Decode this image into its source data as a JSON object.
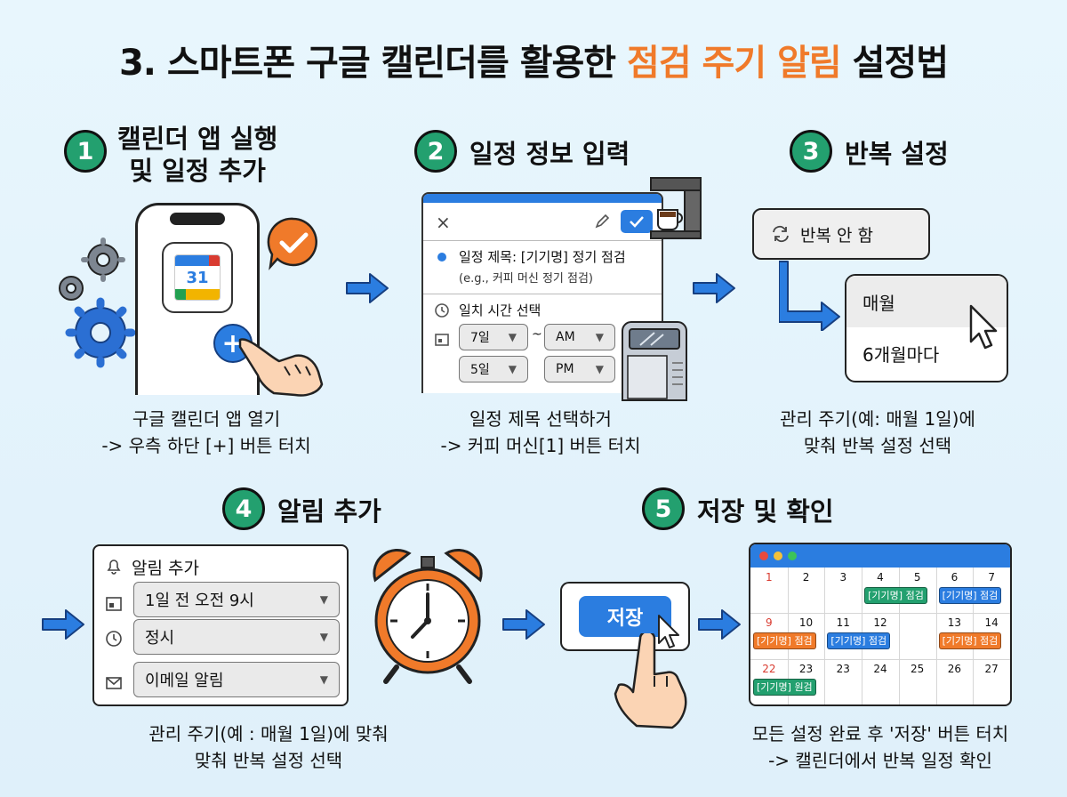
{
  "title": {
    "prefix": "3. 스마트폰 구글 캘린더를 활용한 ",
    "highlight": "점검 주기 알림",
    "suffix": " 설정법"
  },
  "colors": {
    "accent": "#f07a2a",
    "step_badge": "#23a06f",
    "blue": "#2b7de0",
    "green_event": "#23a06f",
    "orange_event": "#f07a2a"
  },
  "steps": [
    {
      "number": "1",
      "title_line1": "캘린더 앱 실행",
      "title_line2": "및 일정 추가",
      "caption_line1": "구글 캘린더 앱 열기",
      "caption_line2": "-> 우측 하단 [+] 버튼 터치",
      "app_icon_label": "31",
      "fab_label": "+"
    },
    {
      "number": "2",
      "title": "일정 정보 입력",
      "caption_line1": "일정 제목 선택하거",
      "caption_line2": "-> 커피 머신[1] 버튼 터치",
      "form": {
        "close": "×",
        "title_label": "일정 제목: [기기명] 정기 점검",
        "title_hint": "(e.g., 커피 머신 정기 점검)",
        "time_label": "일치 시간 선택",
        "date1": "7일",
        "date2": "5일",
        "range_sep": "~",
        "ampm1": "AM",
        "ampm2": "PM"
      }
    },
    {
      "number": "3",
      "title": "반복 설정",
      "caption_line1": "관리 주기(예: 매월 1일)에",
      "caption_line2": "맞춰 반복 설정 선택",
      "repeat_button": "반복 안 함",
      "options": [
        "매월",
        "6개월마다"
      ]
    },
    {
      "number": "4",
      "title": "알림 추가",
      "caption_line1": "관리 주기(예 : 매월 1일)에 맞춰",
      "caption_line2": "맞춰 반복 설정 선택",
      "panel_title": "알림 추가",
      "selects": [
        "1일 전 오전 9시",
        "정시",
        "이메일 알림"
      ]
    },
    {
      "number": "5",
      "title": "저장 및 확인",
      "caption_line1": "모든 설정 완료 후 '저장' 버튼 터치",
      "caption_line2": "-> 캘린더에서 반복 일정 확인",
      "save_button": "저장",
      "calendar": {
        "rows": [
          [
            "1",
            "2",
            "3",
            "4",
            "5",
            "6",
            "7"
          ],
          [
            "9",
            "10",
            "11",
            "12",
            "13",
            "14"
          ],
          [
            "22",
            "23",
            "23",
            "24",
            "25",
            "26",
            "27"
          ]
        ],
        "events": [
          {
            "row": 0,
            "col": 3,
            "label": "[기기명] 점검",
            "color": "green"
          },
          {
            "row": 0,
            "col": 5,
            "label": "[기기명] 점검",
            "color": "blue"
          },
          {
            "row": 1,
            "col": 0,
            "label": "[기기명] 점검",
            "color": "orange"
          },
          {
            "row": 1,
            "col": 2,
            "label": "[기기명] 점검",
            "color": "blue"
          },
          {
            "row": 1,
            "col": 5,
            "label": "[기기명] 점검",
            "color": "orange"
          },
          {
            "row": 2,
            "col": 0,
            "label": "[기기명] 원검",
            "color": "green"
          }
        ]
      }
    }
  ]
}
